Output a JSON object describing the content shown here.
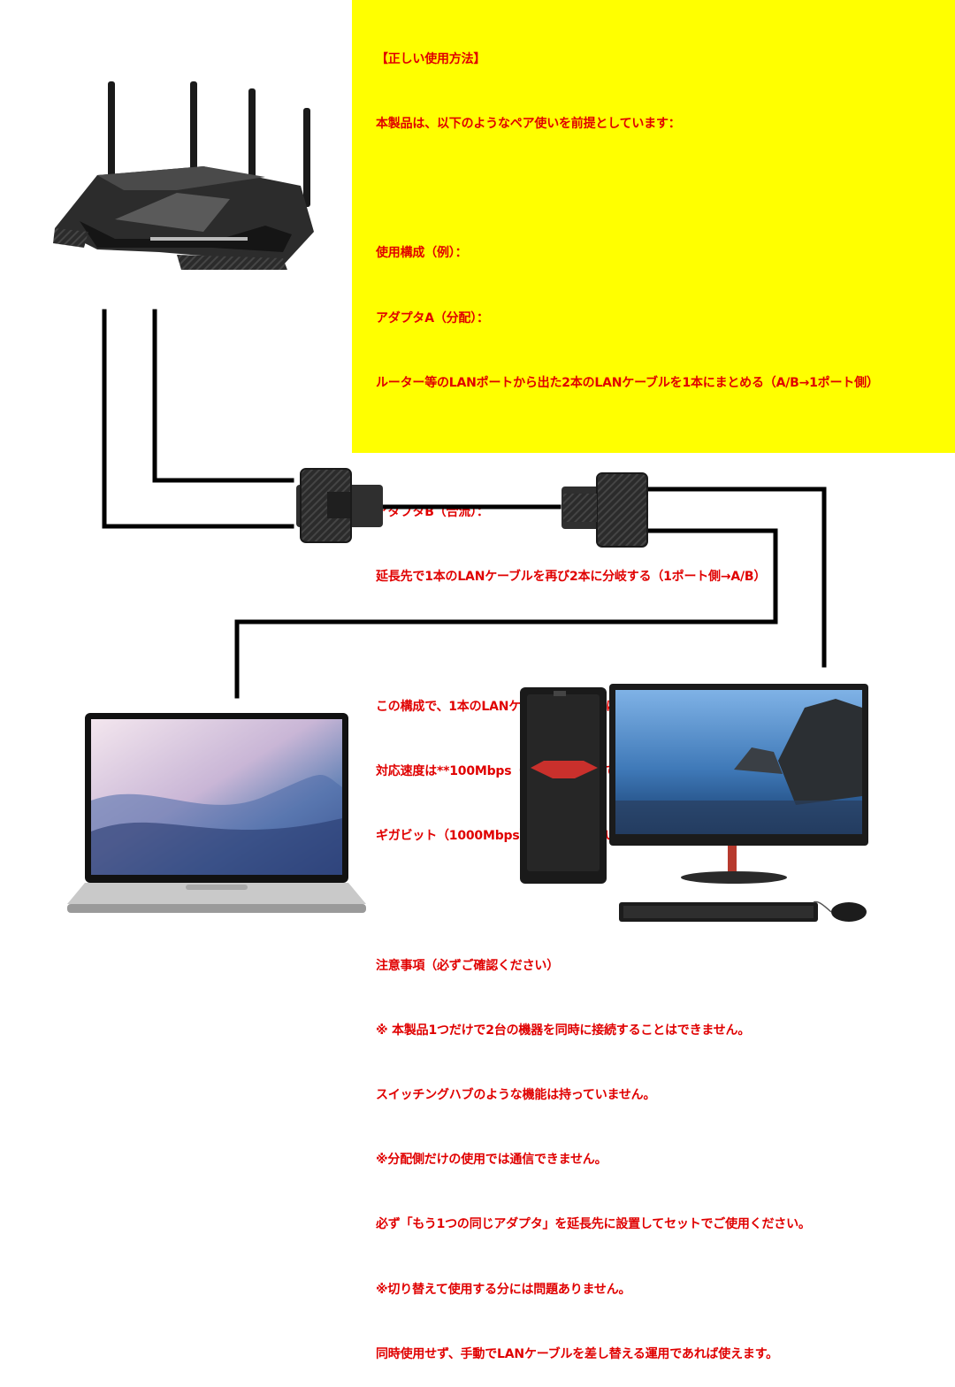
{
  "notice": {
    "lines": [
      "【正しい使用方法】",
      "本製品は、以下のようなペア使いを前提としています：",
      "",
      "使用構成（例）：",
      "アダプタA（分配）：",
      "ルーター等のLANポートから出た2本のLANケーブルを1本にまとめる（A/B→1ポート側）",
      "",
      "アダプタB（合流）：",
      "延長先で1本のLANケーブルを再び2本に分岐する（1ポート側→A/B）",
      "",
      "この構成で、1本のLANケーブルを物理的に2回線分に使い分けることができます。",
      "対応速度は**100Mbps（Cat5相当）**であり、",
      "ギガビット（1000Mbps）には対応していません。",
      "",
      "注意事項（必ずご確認ください）",
      "※ 本製品1つだけで2台の機器を同時に接続することはできません。",
      "スイッチングハブのような機能は持っていません。",
      "※分配側だけの使用では通信できません。",
      "必ず「もう1つの同じアダプタ」を延長先に設置してセットでご使用ください。",
      "※切り替えて使用する分には問題ありません。",
      "同時使用せず、手動でLANケーブルを差し替える運用であれば使えます。"
    ]
  },
  "colors": {
    "highlight": "#ffff00",
    "text": "#e00000",
    "cable": "#000000"
  },
  "icons": [
    "router-icon",
    "splitter-adapter-icon",
    "laptop-icon",
    "desktop-tower-icon",
    "monitor-icon",
    "keyboard-icon",
    "mouse-icon"
  ]
}
